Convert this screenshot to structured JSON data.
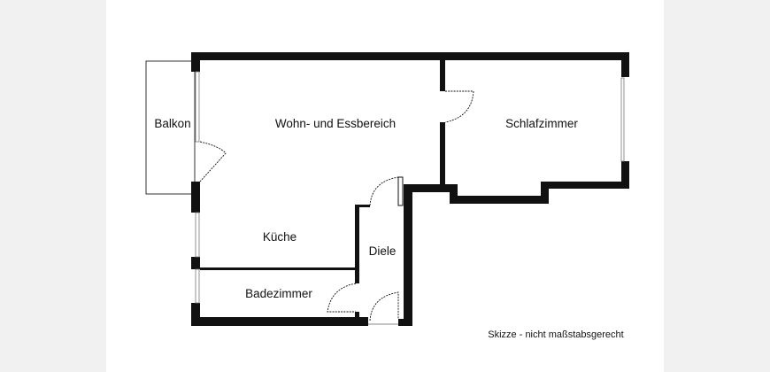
{
  "rooms": {
    "balcony": "Balkon",
    "living": "Wohn- und Essbereich",
    "bedroom": "Schlafzimmer",
    "kitchen": "Küche",
    "hallway": "Diele",
    "bathroom": "Badezimmer"
  },
  "note": "Skizze - nicht maßstabsgerecht"
}
